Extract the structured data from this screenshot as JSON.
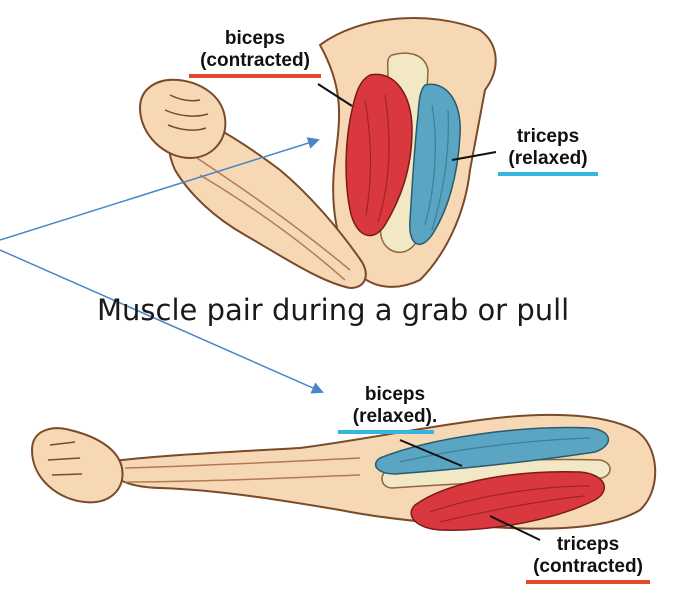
{
  "caption": "Muscle pair during a grab or pull",
  "flexed_arm": {
    "biceps": {
      "name": "biceps",
      "state_prefix": "(",
      "state_word": "contracted",
      "state_suffix": ")"
    },
    "triceps": {
      "name": "triceps",
      "state_prefix": "(",
      "state_word": "relaxed",
      "state_suffix": ")"
    }
  },
  "extended_arm": {
    "biceps": {
      "name": "biceps",
      "state_prefix": "(",
      "state_word": "relaxed",
      "state_suffix": ")."
    },
    "triceps": {
      "name": "triceps",
      "state_prefix": "(",
      "state_word": "contracted",
      "state_suffix": ")"
    }
  },
  "colors": {
    "contracted_muscle": "#d9383f",
    "relaxed_muscle": "#5aa6c2",
    "contracted_underline": "#e2482a",
    "relaxed_underline": "#34b6e0",
    "skin": "#f6d8b5",
    "skin_outline": "#7a4a2a",
    "bone": "#f3e8c6",
    "pointer_arrow": "#4a86c5"
  },
  "icons": [
    "flexed-arm-illustration",
    "extended-arm-illustration",
    "pointer-arrow-icon"
  ]
}
